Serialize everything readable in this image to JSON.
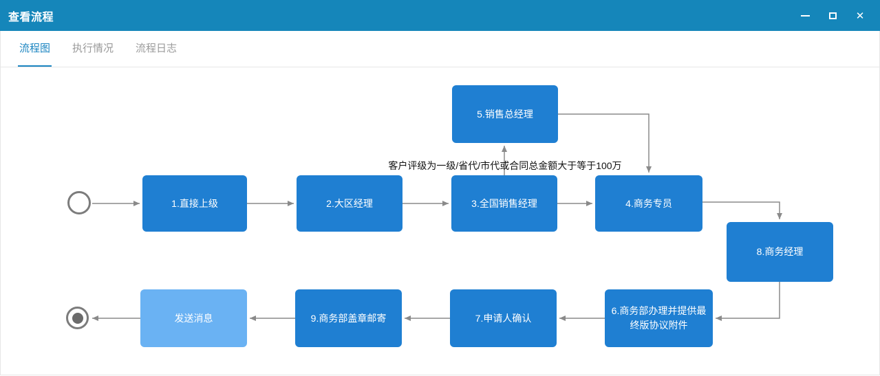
{
  "window": {
    "title": "查看流程",
    "icons": {
      "close": "✕"
    }
  },
  "tabs": [
    {
      "label": "流程图",
      "active": true
    },
    {
      "label": "执行情况",
      "active": false
    },
    {
      "label": "流程日志",
      "active": false
    }
  ],
  "flow": {
    "condition_label": "客户评级为一级/省代/市代或合同总金额大于等于100万",
    "nodes": [
      {
        "label": "1.直接上级"
      },
      {
        "label": "2.大区经理"
      },
      {
        "label": "3.全国销售经理"
      },
      {
        "label": "4.商务专员"
      },
      {
        "label": "5.销售总经理"
      },
      {
        "label": "8.商务经理"
      },
      {
        "label": "6.商务部办理并提供最终版协议附件"
      },
      {
        "label": "7.申请人确认"
      },
      {
        "label": "9.商务部盖章邮寄"
      },
      {
        "label": "发送消息"
      }
    ],
    "events": {
      "start": "start-event",
      "end": "end-event"
    }
  },
  "colors": {
    "titlebar": "#1586BA",
    "node": "#1F7FD2",
    "node_light": "#6AB2F3",
    "connector": "#8A8A8A",
    "tab_active": "#1B85C1"
  }
}
